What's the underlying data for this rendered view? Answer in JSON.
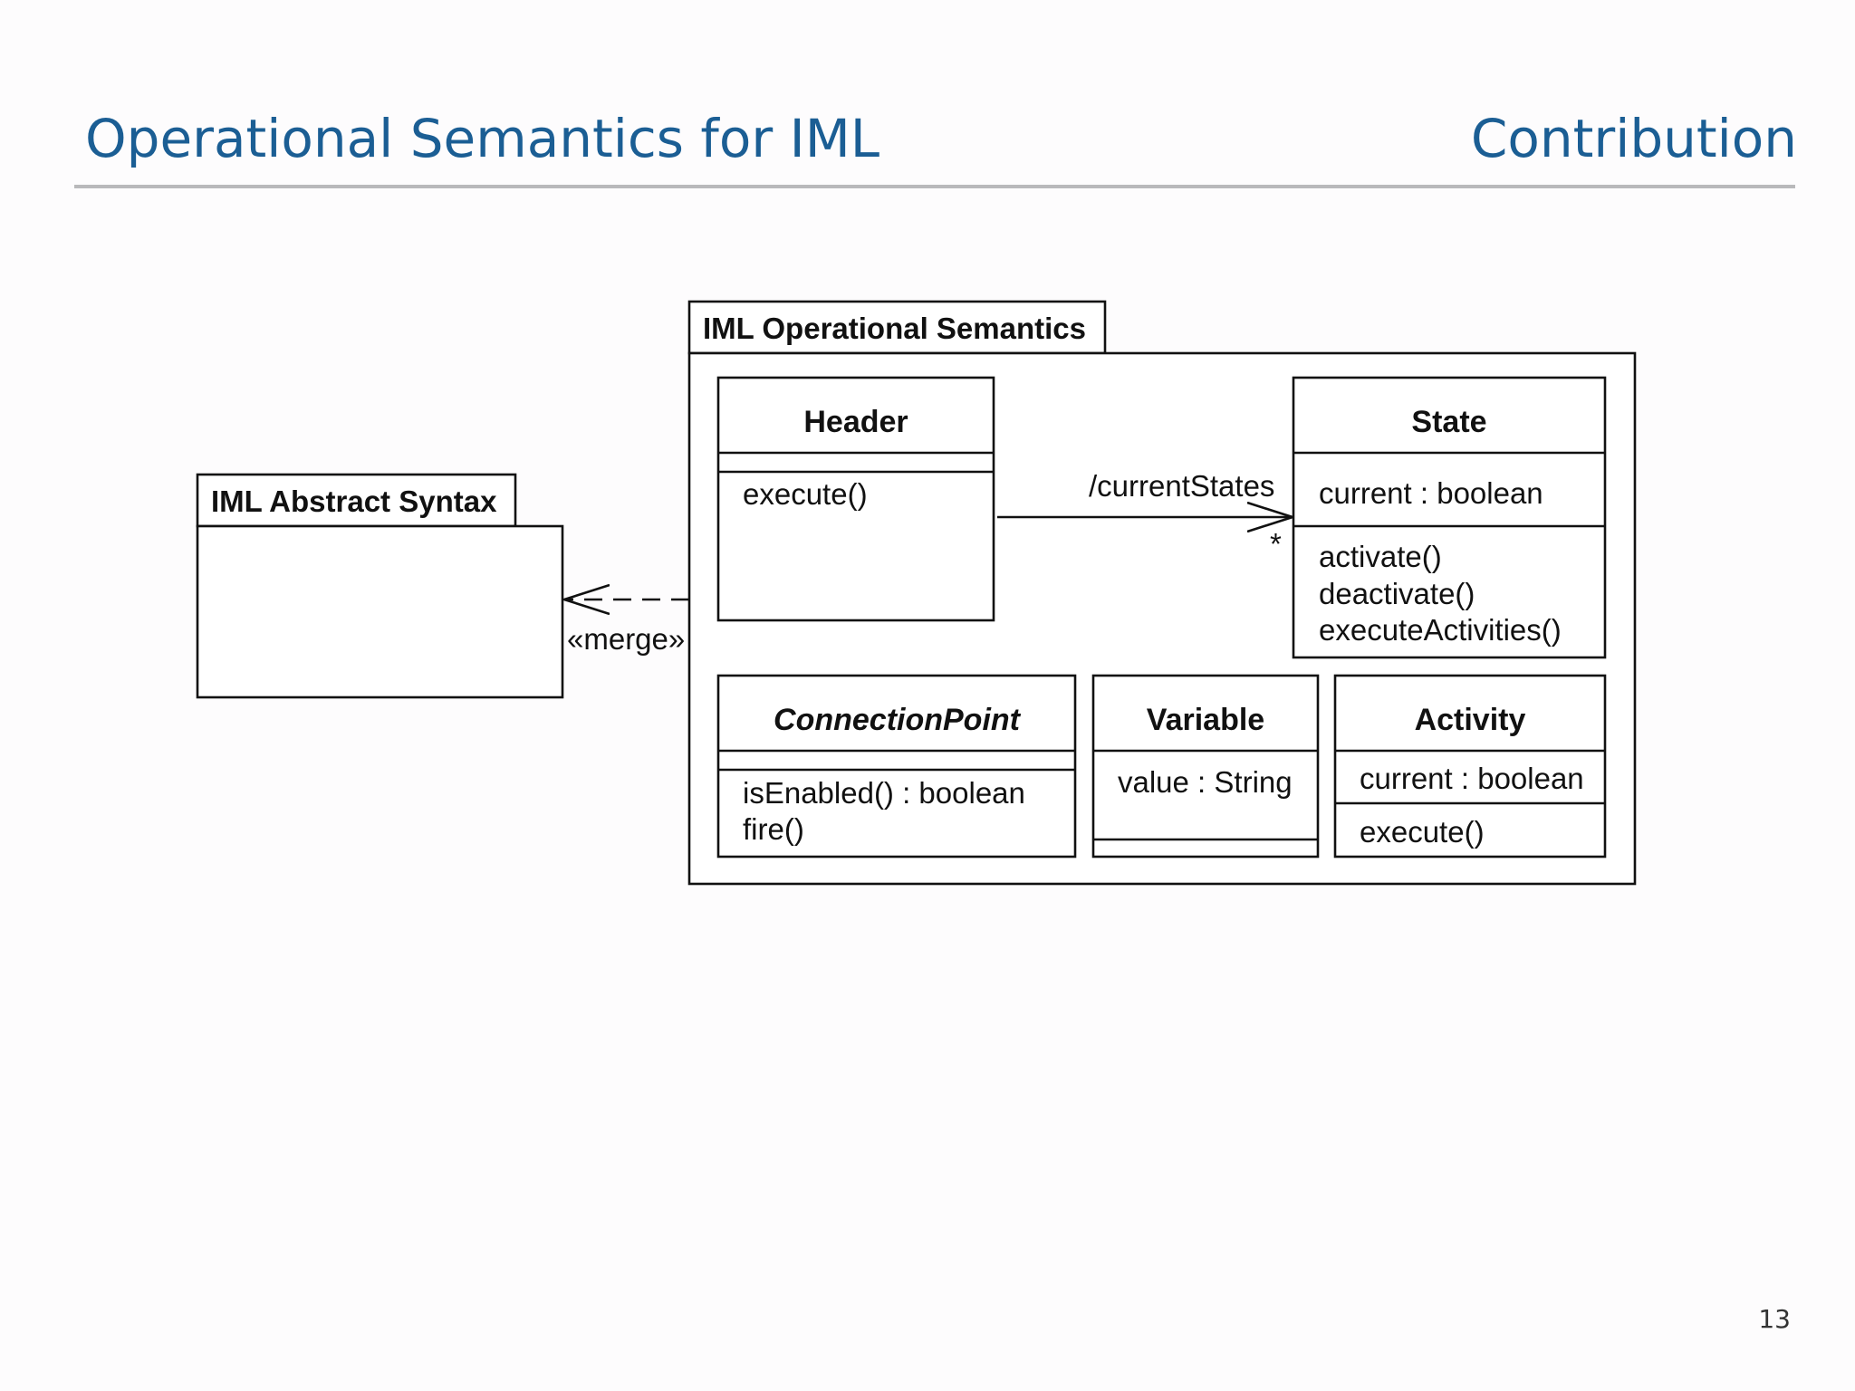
{
  "slide": {
    "title": "Operational Semantics for IML",
    "section": "Contribution",
    "page_number": "13"
  },
  "diagram": {
    "packages": {
      "abstract_syntax": {
        "label": "IML Abstract Syntax"
      },
      "operational_semantics": {
        "label": "IML Operational Semantics"
      }
    },
    "merge_label": "«merge»",
    "association": {
      "label": "/currentStates",
      "multiplicity": "*"
    },
    "classes": {
      "header": {
        "name": "Header",
        "operations": [
          "execute()"
        ]
      },
      "state": {
        "name": "State",
        "attributes": [
          "current : boolean"
        ],
        "operations": [
          "activate()",
          "deactivate()",
          "executeActivities()"
        ]
      },
      "connection_point": {
        "name": "ConnectionPoint",
        "operations": [
          "isEnabled() : boolean",
          "fire()"
        ]
      },
      "variable": {
        "name": "Variable",
        "attributes": [
          "value : String"
        ]
      },
      "activity": {
        "name": "Activity",
        "attributes": [
          "current : boolean"
        ],
        "operations": [
          "execute()"
        ]
      }
    }
  }
}
